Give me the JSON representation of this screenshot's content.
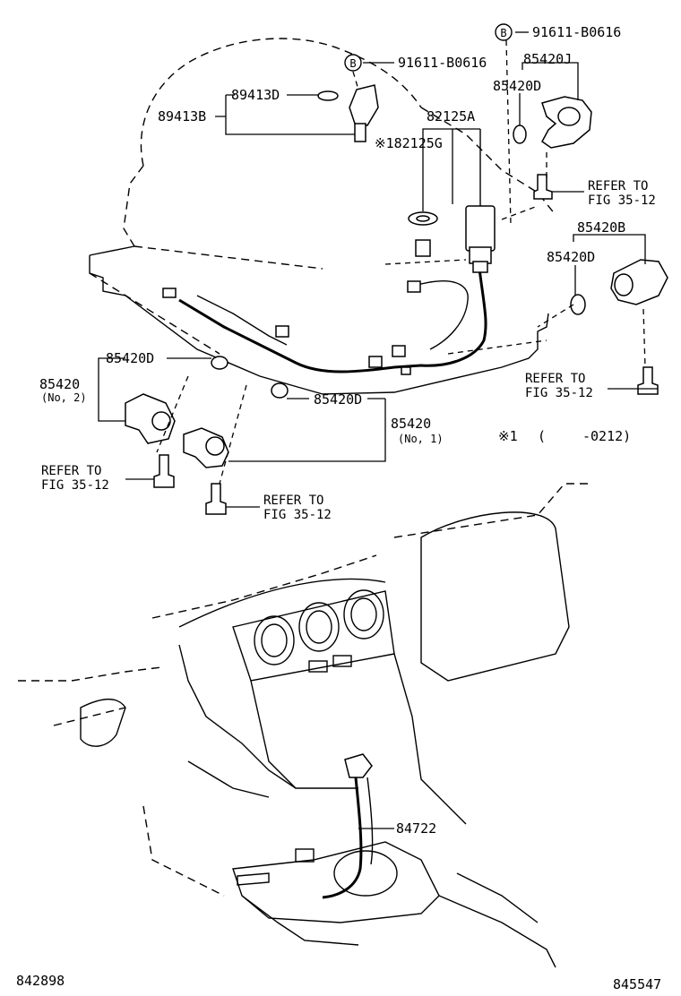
{
  "labels": {
    "bolt_top": "91611-B0616",
    "bolt_upper": "91611-B0616",
    "p89413D": "89413D",
    "p89413B": "89413B",
    "p82125A": "82125A",
    "p82125G": "※182125G",
    "p85420J": "85420J",
    "p85420D_a": "85420D",
    "p85420B": "85420B",
    "p85420D_b": "85420D",
    "p85420D_c": "85420D",
    "p85420D_d": "85420D",
    "p85420_no2": "85420",
    "p85420_no2_sub": "(No, 2)",
    "p85420_no1": "85420",
    "p85420_no1_sub": "(No, 1)",
    "refer_1_a": "REFER TO",
    "refer_1_b": "FIG 35-12",
    "refer_2_a": "REFER TO",
    "refer_2_b": "FIG 35-12",
    "refer_3_a": "REFER TO",
    "refer_3_b": "FIG 35-12",
    "refer_4_a": "REFER TO",
    "refer_4_b": "FIG 35-12",
    "note_mark": "※1",
    "note_paren": "(",
    "note_range": "-0212)",
    "p84722": "84722",
    "code_left": "842898",
    "code_right": "845547"
  },
  "icons": {
    "bolt_marker": "circle-b-icon"
  }
}
